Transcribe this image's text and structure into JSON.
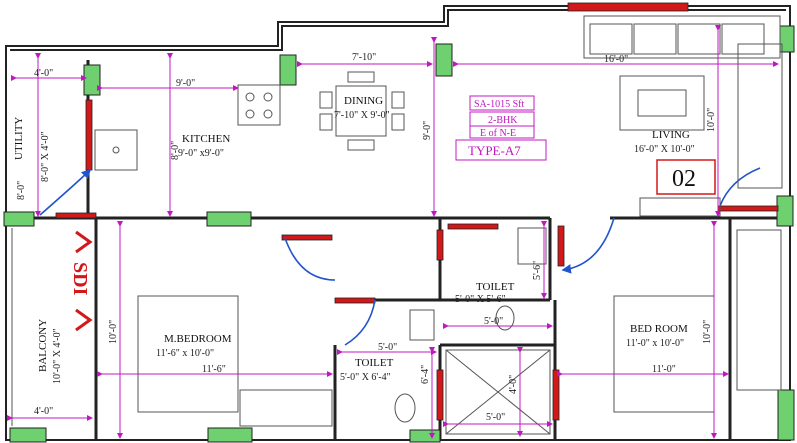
{
  "rooms": {
    "utility": {
      "name": "UTILITY",
      "size": "8'-0\" X 4'-0\""
    },
    "kitchen": {
      "name": "KITCHEN",
      "size": "9'-0\" x9'-0\""
    },
    "dining": {
      "name": "DINING",
      "size": "7'-10\" X 9'-0\""
    },
    "living": {
      "name": "LIVING",
      "size": "16'-0\" X 10'-0\""
    },
    "toilet1": {
      "name": "TOILET",
      "size": "5'-0\" X 5'-6\""
    },
    "toilet2": {
      "name": "TOILET",
      "size": "5'-0\" X 6'-4\""
    },
    "mbedroom": {
      "name": "M.BEDROOM",
      "size": "11'-6\" x 10'-0\""
    },
    "bedroom": {
      "name": "BED ROOM",
      "size": "11'-0\" x 10'-0\""
    },
    "balcony": {
      "name": "BALCONY",
      "size": "10'-0\" X 4'-0\""
    }
  },
  "info": {
    "line1": "SA-1015 Sft",
    "line2": "2-BHK",
    "line3": "E of N-E",
    "type": "TYPE-A7"
  },
  "flat_number": "02",
  "stamp": "SDI",
  "dims": {
    "utility_w": "4'-0\"",
    "kitchen_w": "9'-0\"",
    "kitchen_h": "8'-0\"",
    "utility_h": "8'-0\"",
    "dining_w": "7'-10\"",
    "dining_h": "9'-0\"",
    "living_w": "16'-0\"",
    "living_h": "10'-0\"",
    "mbed_h": "10'-0\"",
    "mbed_w": "11'-6\"",
    "balcony_w": "4'-0\"",
    "toilet2_w": "5'-0\"",
    "toilet2_h": "6'-4\"",
    "toilet1_w": "5'-0\"",
    "toilet1_h": "5'-6\"",
    "shaft_h": "4'-0\"",
    "shaft_w": "5'-0\"",
    "bed_w": "11'-0\"",
    "bed_h": "10'-0\""
  },
  "colors": {
    "wall": "#222222",
    "window": "#6fd06f",
    "door": "#d21818",
    "dimension": "#c018c0",
    "door_swing": "#2255cc"
  }
}
